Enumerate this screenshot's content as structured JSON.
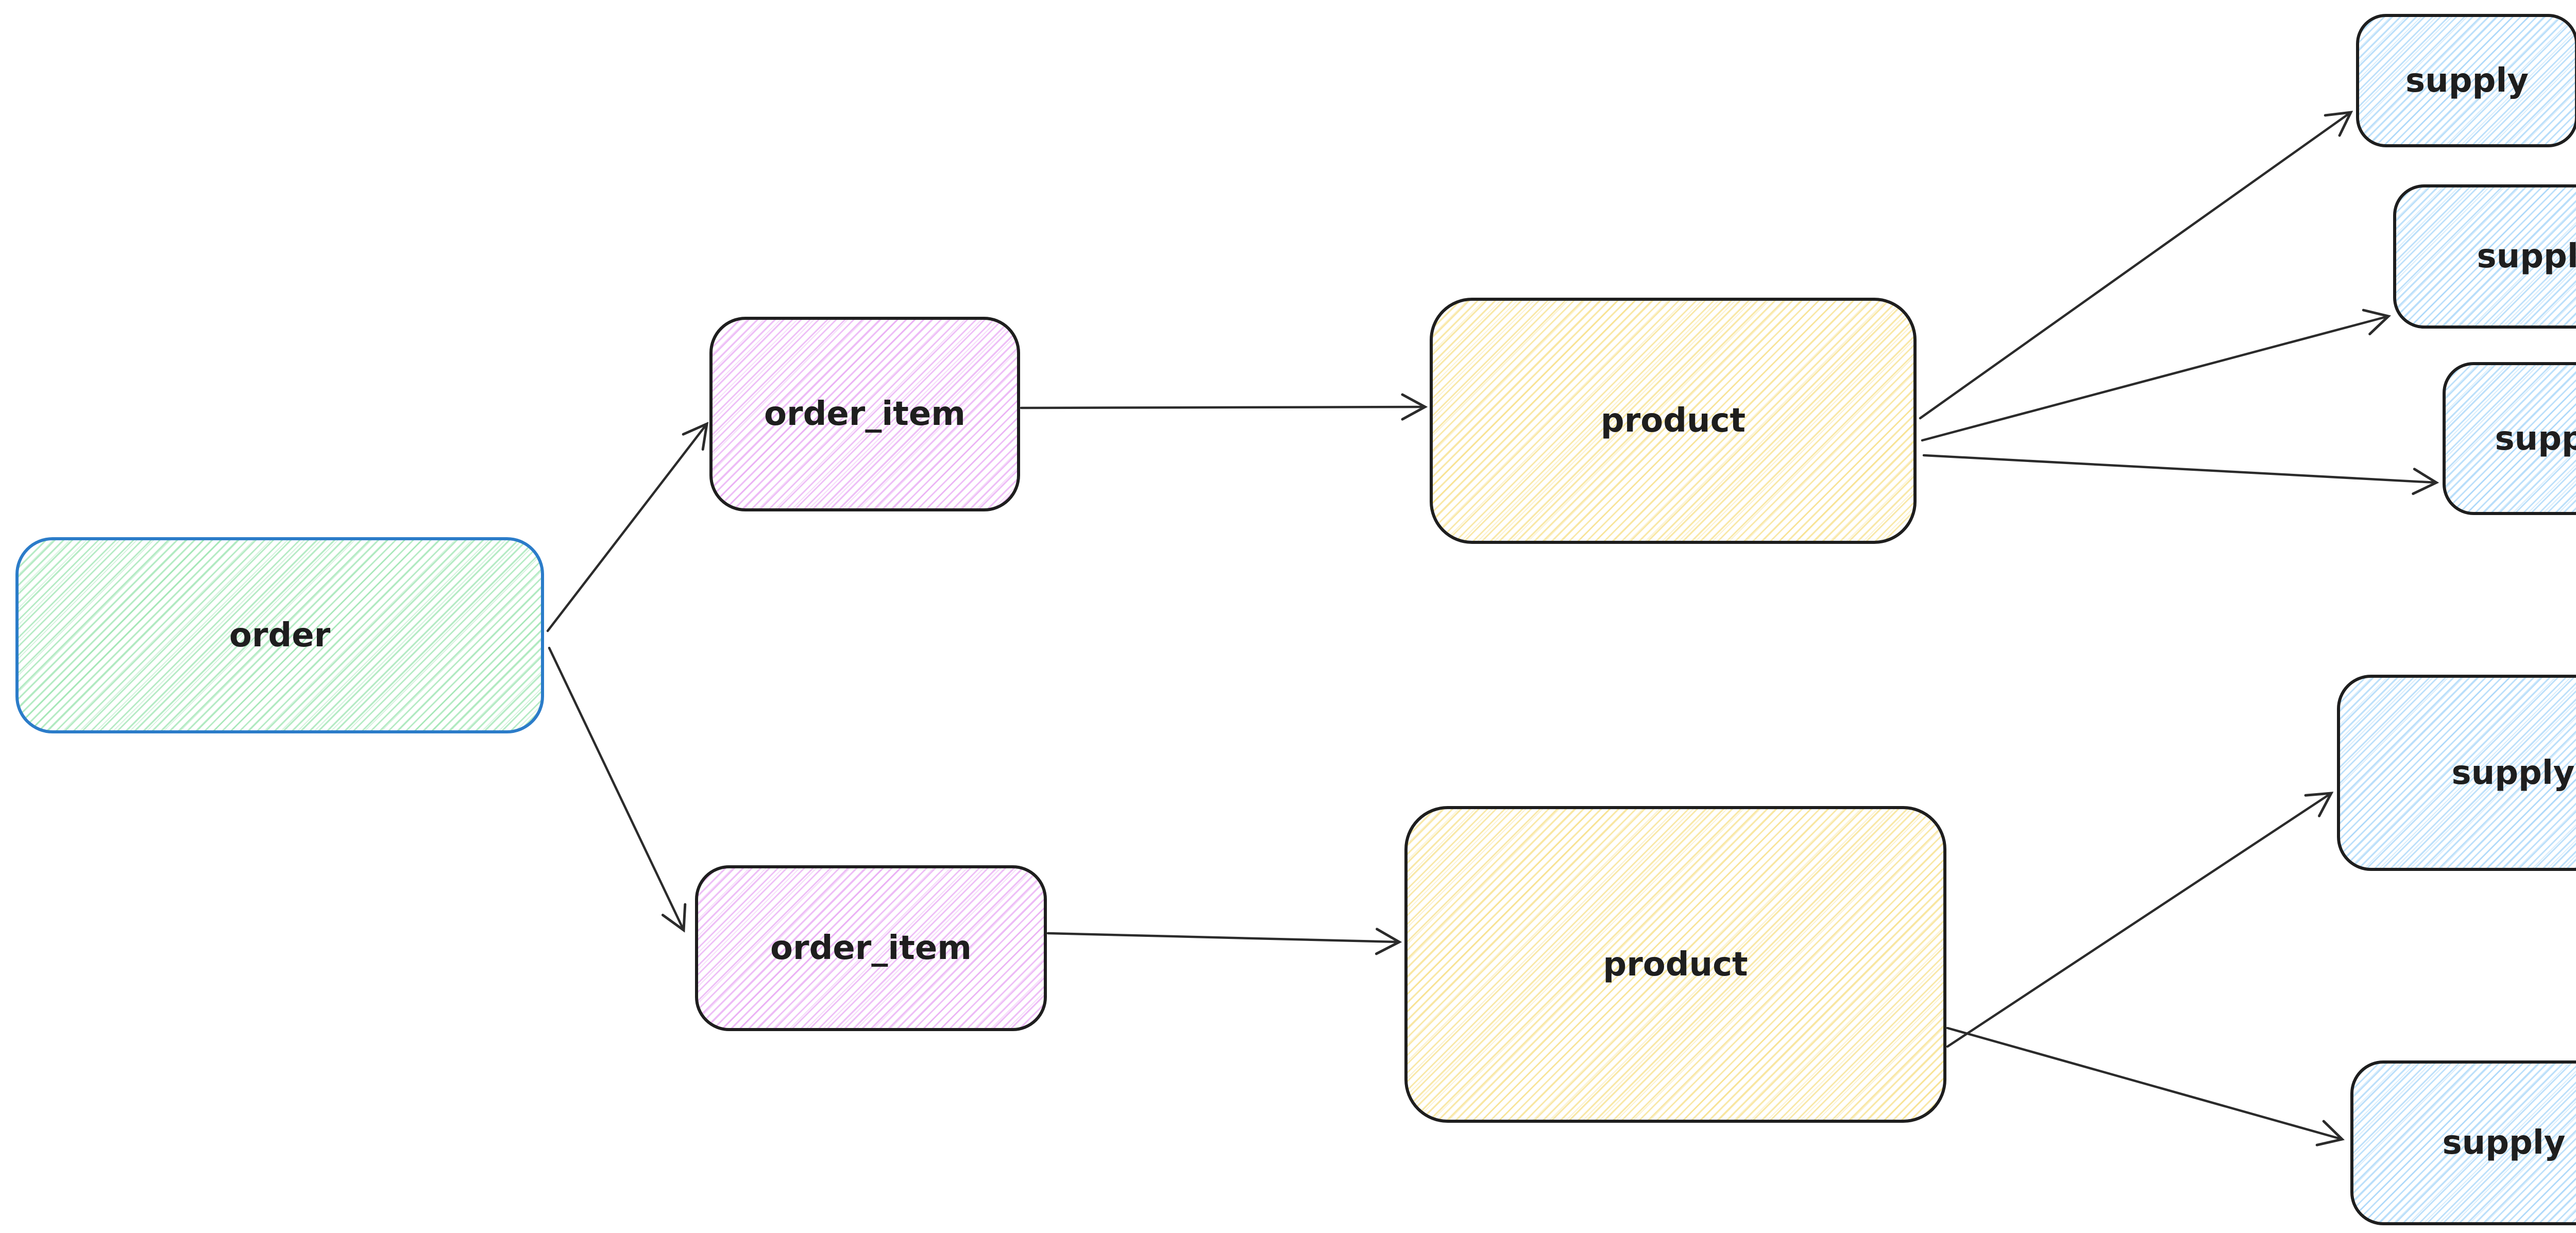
{
  "diagram": {
    "nodes": [
      {
        "id": "order",
        "label": "order",
        "color_role": "green"
      },
      {
        "id": "order_item_1",
        "label": "order_item",
        "color_role": "violet"
      },
      {
        "id": "order_item_2",
        "label": "order_item",
        "color_role": "violet"
      },
      {
        "id": "product_1",
        "label": "product",
        "color_role": "yellow"
      },
      {
        "id": "product_2",
        "label": "product",
        "color_role": "yellow"
      },
      {
        "id": "supply_1",
        "label": "supply",
        "color_role": "blue"
      },
      {
        "id": "supply_2",
        "label": "supply",
        "color_role": "blue"
      },
      {
        "id": "supply_3",
        "label": "supply",
        "color_role": "blue"
      },
      {
        "id": "supply_4",
        "label": "supply",
        "color_role": "blue"
      },
      {
        "id": "supply_5",
        "label": "supply",
        "color_role": "blue"
      }
    ],
    "edges": [
      {
        "from": "order",
        "to": "order_item_1"
      },
      {
        "from": "order",
        "to": "order_item_2"
      },
      {
        "from": "order_item_1",
        "to": "product_1"
      },
      {
        "from": "order_item_2",
        "to": "product_2"
      },
      {
        "from": "product_1",
        "to": "supply_1"
      },
      {
        "from": "product_1",
        "to": "supply_2"
      },
      {
        "from": "product_1",
        "to": "supply_3"
      },
      {
        "from": "product_2",
        "to": "supply_4"
      },
      {
        "from": "product_2",
        "to": "supply_5"
      }
    ],
    "colors": {
      "background": "#ffffff",
      "stroke_dark": "#1e1e1e",
      "arrow_stroke": "#2b2b2b",
      "order_border_blue": "#2b7cc9",
      "hachure_green": "#79db95",
      "hachure_violet": "#e08af0",
      "hachure_yellow": "#f4d560",
      "hachure_blue": "#86c7f7"
    }
  }
}
